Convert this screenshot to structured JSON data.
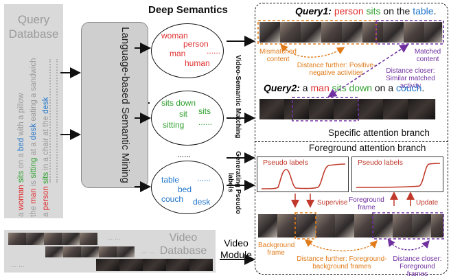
{
  "query_database": {
    "title": "Query Database",
    "sentences": [
      {
        "parts": [
          [
            "a ",
            "#9a9a9a"
          ],
          [
            "woman ",
            "#e03030"
          ],
          [
            "sits ",
            "#30a030"
          ],
          [
            "on a ",
            "#9a9a9a"
          ],
          [
            "bed ",
            "#1f74c9"
          ],
          [
            "with a pillow",
            "#9a9a9a"
          ]
        ]
      },
      {
        "parts": [
          [
            "the ",
            "#9a9a9a"
          ],
          [
            "man ",
            "#e03030"
          ],
          [
            "is ",
            "#9a9a9a"
          ],
          [
            "sitting ",
            "#30a030"
          ],
          [
            "at a ",
            "#9a9a9a"
          ],
          [
            "desk ",
            "#1f74c9"
          ],
          [
            "eating a sandwich",
            "#9a9a9a"
          ]
        ]
      },
      {
        "parts": [
          [
            "a ",
            "#9a9a9a"
          ],
          [
            "person ",
            "#e03030"
          ],
          [
            "sits ",
            "#30a030"
          ],
          [
            "in a chair at the ",
            "#9a9a9a"
          ],
          [
            "desk",
            "#1f74c9"
          ]
        ]
      }
    ]
  },
  "semantic_mining": {
    "label": "Language-based Semantic Mining"
  },
  "deep_semantics": {
    "title": "Deep Semantics",
    "ellipsis": "......",
    "dots": "......",
    "groups": [
      {
        "color": "#e03030",
        "words": [
          "woman",
          "person",
          "man",
          "human"
        ]
      },
      {
        "color": "#30a030",
        "words": [
          "sits down",
          "sit",
          "sits",
          "sitting"
        ]
      },
      {
        "color": "#1f74c9",
        "words": [
          "table",
          "bed",
          "couch",
          "desk"
        ]
      }
    ]
  },
  "video_database": {
    "title": "Video Database",
    "dots": "... ..."
  },
  "video_module_label": "Video Module",
  "side_labels": {
    "video_semantic": "Video-Semantic Matching",
    "pseudo": "Generating Pseudo labels"
  },
  "specific_branch": {
    "query1": {
      "prefix": "Query1:",
      "words": [
        [
          "person",
          "#e03030"
        ],
        [
          " sits",
          "#30a030"
        ],
        [
          " on the ",
          "#111111"
        ],
        [
          "table",
          "#1f74c9"
        ],
        [
          ".",
          "#111111"
        ]
      ]
    },
    "query2": {
      "prefix": "Query2:",
      "words": [
        [
          " a ",
          "#111111"
        ],
        [
          "man",
          "#e03030"
        ],
        [
          " sits down",
          "#30a030"
        ],
        [
          " on a ",
          "#111111"
        ],
        [
          "couch",
          "#1f74c9"
        ],
        [
          ".",
          "#111111"
        ]
      ]
    },
    "mismatched": "Mismatched content",
    "matched": "Matched content",
    "distance_further": "Distance further: Positive-negative activities",
    "distance_closer": "Distance closer: Similar matched activity",
    "branch_title": "Specific attention branch"
  },
  "foreground_branch": {
    "branch_title": "Foreground attention branch",
    "pseudo_label_1": "Pseudo labels",
    "pseudo_label_2": "Pseudo labels",
    "supervise": "Supervise",
    "foreground_frame": "Foreground frame",
    "update": "Update",
    "background_frame": "Background frame",
    "distance_further": "Distance further: Foreground-background frames",
    "distance_closer": "Distance closer: Foreground frames"
  },
  "colors": {
    "orange": "#e07b1a",
    "purple": "#7030a0",
    "red_curve": "#c0392b"
  }
}
